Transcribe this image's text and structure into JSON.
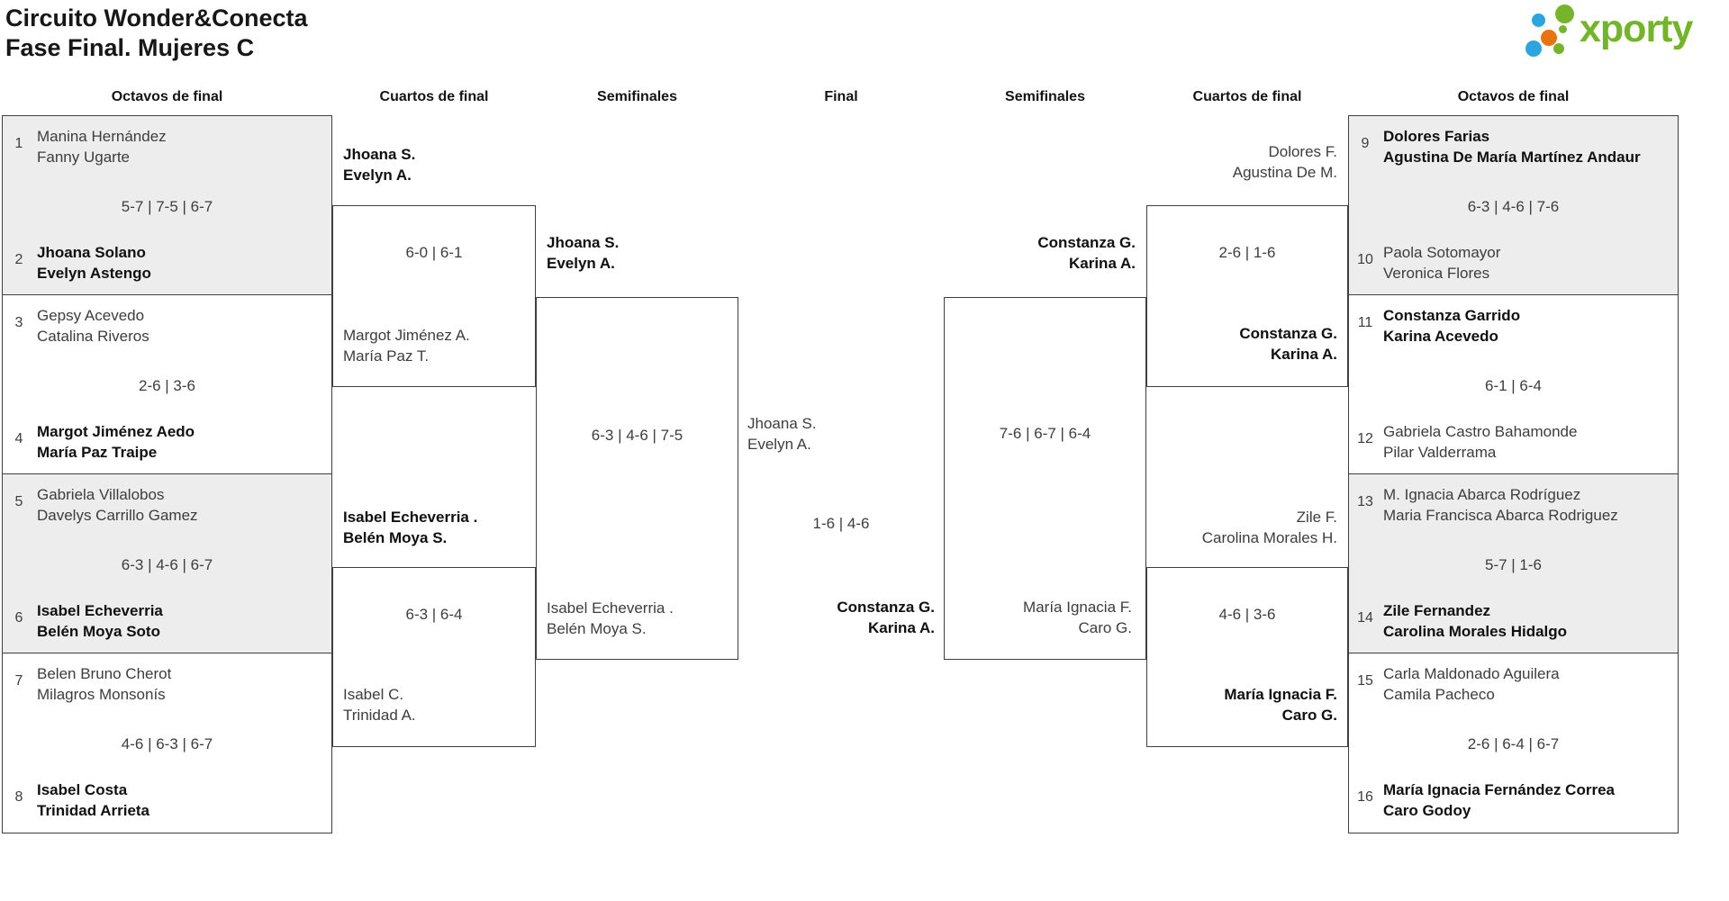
{
  "title": {
    "line1": "Circuito Wonder&Conecta",
    "line2": "Fase Final. Mujeres C"
  },
  "logo": {
    "brand": "xporty",
    "green": "#76b52b",
    "blue": "#2aa5de",
    "orange": "#e8740f"
  },
  "round_headers": {
    "left_r16": "Octavos de final",
    "left_qf": "Cuartos de final",
    "left_sf": "Semifinales",
    "final": "Final",
    "right_sf": "Semifinales",
    "right_qf": "Cuartos de final",
    "right_r16": "Octavos de final"
  },
  "left_r16": {
    "m1": {
      "seed_top": "1",
      "top1": "Manina Hernández",
      "top2": "Fanny Ugarte",
      "score": "5-7 | 7-5 | 6-7",
      "seed_bot": "2",
      "bot1": "Jhoana Solano",
      "bot2": "Evelyn Astengo"
    },
    "m2": {
      "seed_top": "3",
      "top1": "Gepsy Acevedo",
      "top2": "Catalina Riveros",
      "score": "2-6 | 3-6",
      "seed_bot": "4",
      "bot1": "Margot Jiménez Aedo",
      "bot2": "María Paz Traipe"
    },
    "m3": {
      "seed_top": "5",
      "top1": "Gabriela Villalobos",
      "top2": "Davelys Carrillo Gamez",
      "score": "6-3 | 4-6 | 6-7",
      "seed_bot": "6",
      "bot1": "Isabel Echeverria",
      "bot2": "Belén Moya Soto"
    },
    "m4": {
      "seed_top": "7",
      "top1": "Belen Bruno Cherot",
      "top2": "Milagros Monsonís",
      "score": "4-6 | 6-3 | 6-7",
      "seed_bot": "8",
      "bot1": "Isabel Costa",
      "bot2": "Trinidad Arrieta"
    }
  },
  "left_qf": {
    "m1": {
      "top1": "Jhoana S.",
      "top2": "Evelyn A.",
      "score": "6-0 | 6-1",
      "bot1": "Margot Jiménez A.",
      "bot2": "María Paz T."
    },
    "m2": {
      "top1": "Isabel Echeverria .",
      "top2": "Belén Moya S.",
      "score": "6-3 | 6-4",
      "bot1": "Isabel C.",
      "bot2": "Trinidad A."
    }
  },
  "left_sf": {
    "top1": "Jhoana S.",
    "top2": "Evelyn A.",
    "score": "6-3 | 4-6 | 7-5",
    "bot1": "Isabel Echeverria .",
    "bot2": "Belén Moya S."
  },
  "final": {
    "top1": "Jhoana S.",
    "top2": "Evelyn A.",
    "score": "1-6 | 4-6",
    "bot1": "Constanza G.",
    "bot2": "Karina A."
  },
  "right_sf": {
    "top1": "Constanza G.",
    "top2": "Karina A.",
    "score": "7-6 | 6-7 | 6-4",
    "bot1": "María Ignacia F.",
    "bot2": "Caro G."
  },
  "right_qf": {
    "m1": {
      "top1": "Dolores F.",
      "top2": "Agustina De M.",
      "score": "2-6 | 1-6",
      "bot1": "Constanza G.",
      "bot2": "Karina A."
    },
    "m2": {
      "top1": "Zile F.",
      "top2": "Carolina Morales H.",
      "score": "4-6 | 3-6",
      "bot1": "María Ignacia F.",
      "bot2": "Caro G."
    }
  },
  "right_r16": {
    "m1": {
      "seed_top": "9",
      "top1": "Dolores Farias",
      "top2": "Agustina De María Martínez Andaur",
      "score": "6-3 | 4-6 | 7-6",
      "seed_bot": "10",
      "bot1": "Paola Sotomayor",
      "bot2": "Veronica Flores"
    },
    "m2": {
      "seed_top": "11",
      "top1": "Constanza Garrido",
      "top2": "Karina Acevedo",
      "score": "6-1 | 6-4",
      "seed_bot": "12",
      "bot1": "Gabriela Castro Bahamonde",
      "bot2": "Pilar Valderrama"
    },
    "m3": {
      "seed_top": "13",
      "top1": "M. Ignacia Abarca Rodríguez",
      "top2": "Maria Francisca Abarca Rodriguez",
      "score": "5-7 | 1-6",
      "seed_bot": "14",
      "bot1": "Zile Fernandez",
      "bot2": "Carolina Morales Hidalgo"
    },
    "m4": {
      "seed_top": "15",
      "top1": "Carla Maldonado Aguilera",
      "top2": "Camila Pacheco",
      "score": "2-6 | 6-4 | 6-7",
      "seed_bot": "16",
      "bot1": "María Ignacia Fernández Correa",
      "bot2": "Caro Godoy"
    }
  }
}
